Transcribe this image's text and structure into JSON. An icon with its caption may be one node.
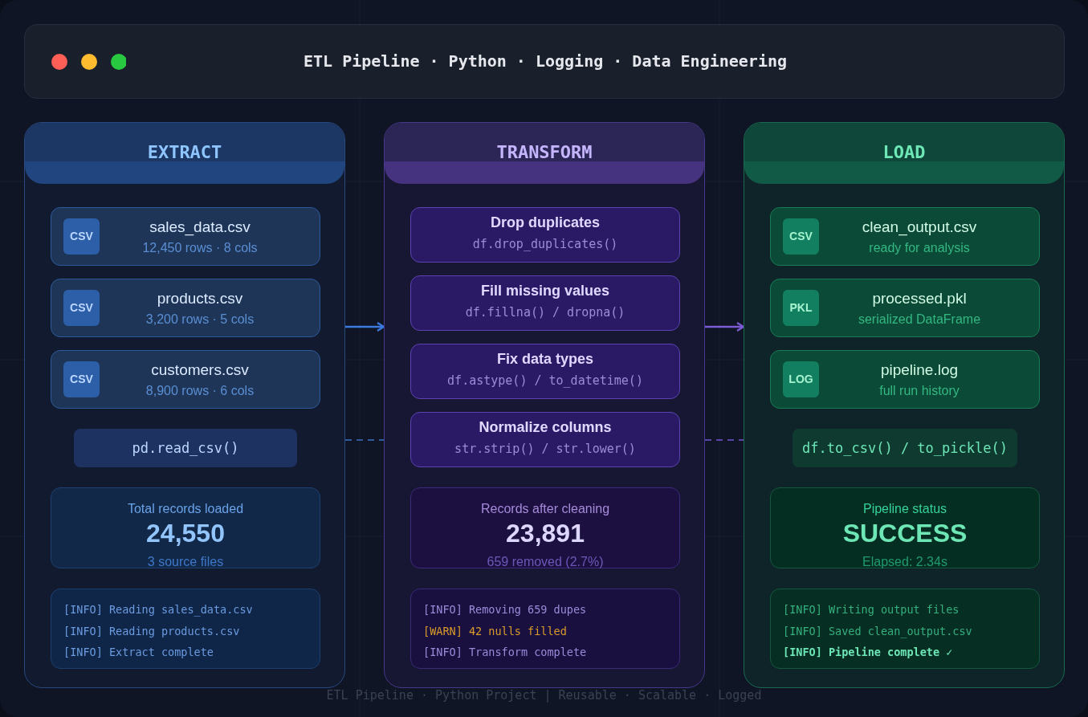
{
  "diagram": {
    "title": "ETL Pipeline · Python · Logging · Data Engineering",
    "nodes": [
      {
        "text": [
          "EXTRACT"
        ]
      },
      {
        "text": [
          "CSV",
          "sales_data.csv",
          "12,450 rows · 8 cols"
        ],
        "in": 0
      },
      {
        "text": [
          "CSV",
          "products.csv",
          "3,200 rows · 5 cols"
        ],
        "in": 0
      },
      {
        "text": [
          "CSV",
          "customers.csv",
          "8,900 rows · 6 cols"
        ],
        "in": 0
      },
      {
        "text": [
          "pd.read_csv()"
        ],
        "in": 0
      },
      {
        "text": [
          "Total records loaded",
          "24,550",
          "3 source files"
        ],
        "in": 0
      },
      {
        "text": [
          "[INFO] Reading sales_data.csv",
          "[INFO] Reading products.csv",
          "[INFO] Extract complete"
        ],
        "in": 0
      },
      {
        "text": [
          "TRANSFORM"
        ]
      },
      {
        "text": [
          "Drop duplicates",
          "df.drop_duplicates()"
        ],
        "in": 7
      },
      {
        "text": [
          "Fill missing values",
          "df.fillna() / dropna()"
        ],
        "in": 7
      },
      {
        "text": [
          "Fix data types",
          "df.astype() / to_datetime()"
        ],
        "in": 7
      },
      {
        "text": [
          "Normalize columns",
          "str.strip() / str.lower()"
        ],
        "in": 7
      },
      {
        "text": [
          "Records after cleaning",
          "23,891",
          "659 removed (2.7%)"
        ],
        "in": 7
      },
      {
        "text": [
          "[INFO] Removing 659 dupes",
          "[WARN] 42 nulls filled",
          "[INFO] Transform complete"
        ],
        "in": 7
      },
      {
        "text": [
          "LOAD"
        ]
      },
      {
        "text": [
          "CSV",
          "clean_output.csv",
          "ready for analysis"
        ],
        "in": 14
      },
      {
        "text": [
          "PKL",
          "processed.pkl",
          "serialized DataFrame"
        ],
        "in": 14
      },
      {
        "text": [
          "LOG",
          "pipeline.log",
          "full run history"
        ],
        "in": 14
      },
      {
        "text": [
          "df.to_csv() / to_pickle()"
        ],
        "in": 14
      },
      {
        "text": [
          "Pipeline status",
          "SUCCESS",
          "Elapsed: 2.34s"
        ],
        "in": 14
      },
      {
        "text": [
          "[INFO] Writing output files",
          "[INFO] Saved clean_output.csv",
          "[INFO] Pipeline complete ✓"
        ],
        "in": 14
      }
    ],
    "edges": [
      {
        "from": 0,
        "to": 7,
        "arrow": "to",
        "color": "#3b7be0"
      },
      {
        "from": 7,
        "to": 14,
        "arrow": "to",
        "color": "#7b5cd6"
      },
      {
        "from": 0,
        "to": 7,
        "arrow": "none",
        "style": "dashed",
        "color": "#2f5a9a"
      },
      {
        "from": 7,
        "to": 14,
        "arrow": "none",
        "style": "dashed",
        "color": "#5a45a8"
      }
    ],
    "labels": [
      "ETL Pipeline · Python Project | Reusable · Scalable · Logged"
    ]
  }
}
